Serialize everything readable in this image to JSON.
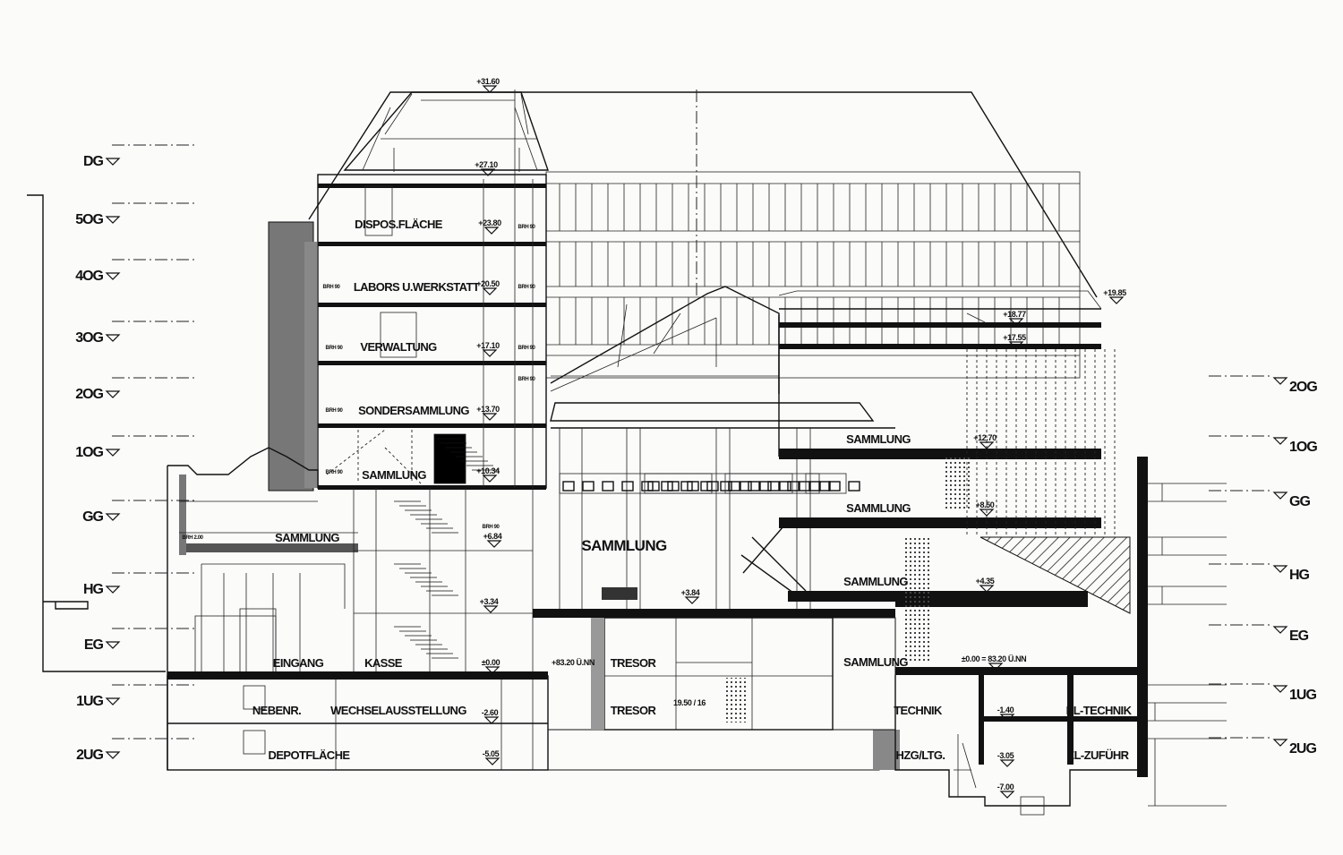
{
  "drawing": {
    "left_levels": [
      "DG",
      "5OG",
      "4OG",
      "3OG",
      "2OG",
      "1OG",
      "GG",
      "HG",
      "EG",
      "1UG",
      "2UG"
    ],
    "right_levels": [
      "2OG",
      "1OG",
      "GG",
      "HG",
      "EG",
      "1UG",
      "2UG"
    ],
    "rooms": [
      "DISPOS.FLÄCHE",
      "LABORS U.WERKSTATT",
      "VERWALTUNG",
      "SONDERSAMMLUNG",
      "SAMMLUNG",
      "SAMMLUNG",
      "SAMMLUNG",
      "SAMMLUNG",
      "SAMMLUNG",
      "SAMMLUNG",
      "SAMMLUNG",
      "EINGANG",
      "KASSE",
      "TRESOR",
      "TRESOR",
      "NEBENR.",
      "WECHSELAUSSTELLUNG",
      "DEPOTFLÄCHE",
      "TECHNIK",
      "EL-TECHNIK",
      "HZG/LTG.",
      "EL-ZUFÜHR"
    ],
    "elevations": [
      "+31.60",
      "+27.10",
      "+23.80",
      "+20.50",
      "+17.10",
      "+13.70",
      "+10.34",
      "+6.84",
      "+3.34",
      "±0.00",
      "+83.20 Ü.NN",
      "-2.60",
      "-5.05",
      "+3.84",
      "+19.85",
      "+18.77",
      "+17.55",
      "+12.70",
      "+8.50",
      "+4.35",
      "±0.00 = 83.20 Ü.NN",
      "-1.40",
      "-3.05",
      "-7.00",
      "19.50 / 16"
    ],
    "wall_tags": [
      "BRH 90",
      "BRH 90",
      "BRH 90",
      "BRH 90",
      "BRH 90",
      "BRH 90",
      "BRH 90",
      "BRH 90",
      "BRH 2.00",
      "BRH 90"
    ]
  }
}
